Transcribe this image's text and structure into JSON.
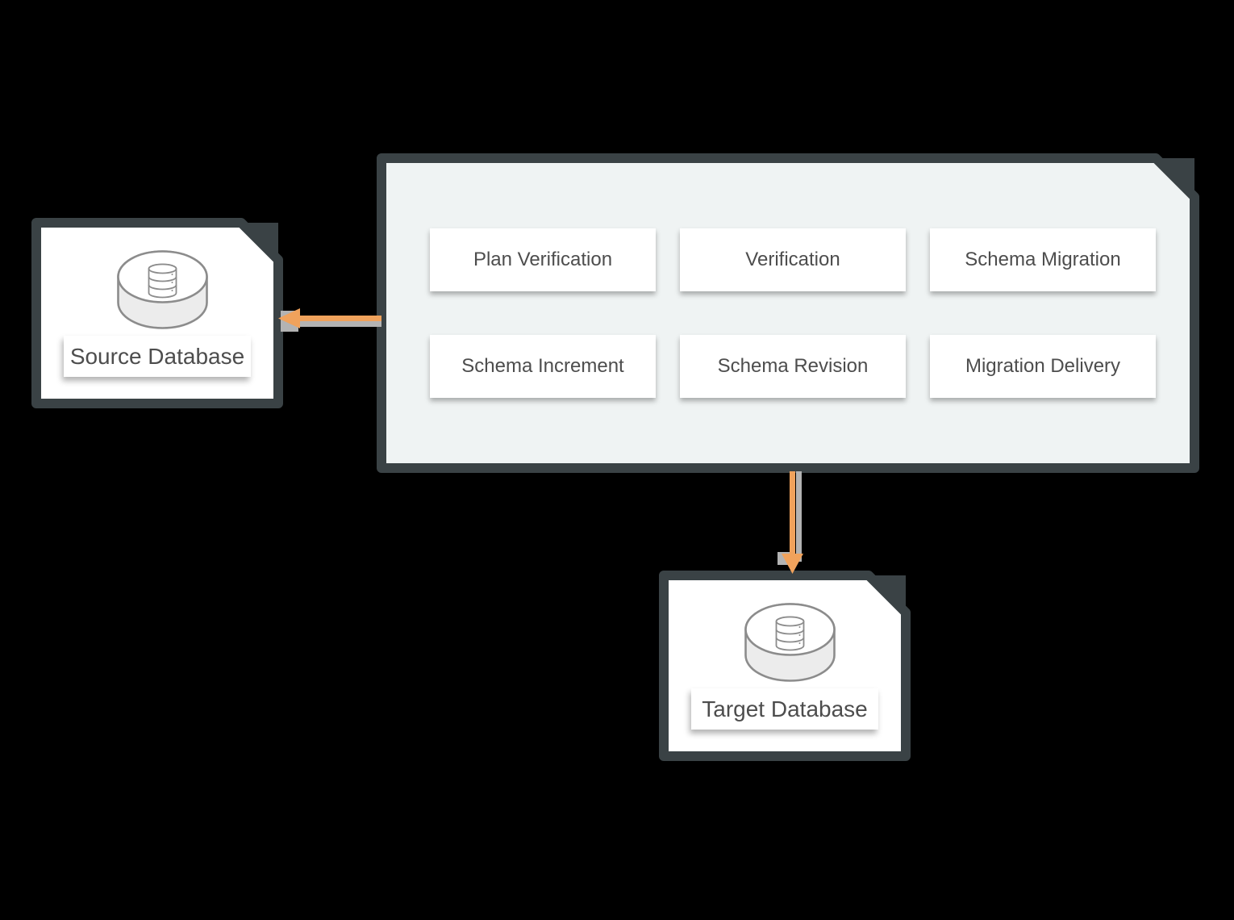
{
  "diagram": {
    "panel": {
      "cards": [
        "Plan Verification",
        "Verification",
        "Schema Migration",
        "Schema Increment",
        "Schema Revision",
        "Migration Delivery"
      ]
    },
    "source": {
      "label": "Source Database"
    },
    "target": {
      "label": "Target Database"
    },
    "colors": {
      "background": "#000000",
      "box_border": "#3a4245",
      "panel_fill": "#eff3f3",
      "card_fill": "#ffffff",
      "arrow_accent": "#f0a25c",
      "arrow_shadow": "#b3b3b3",
      "icon_line": "#8c8c8c",
      "text": "#4d4d4d"
    }
  }
}
